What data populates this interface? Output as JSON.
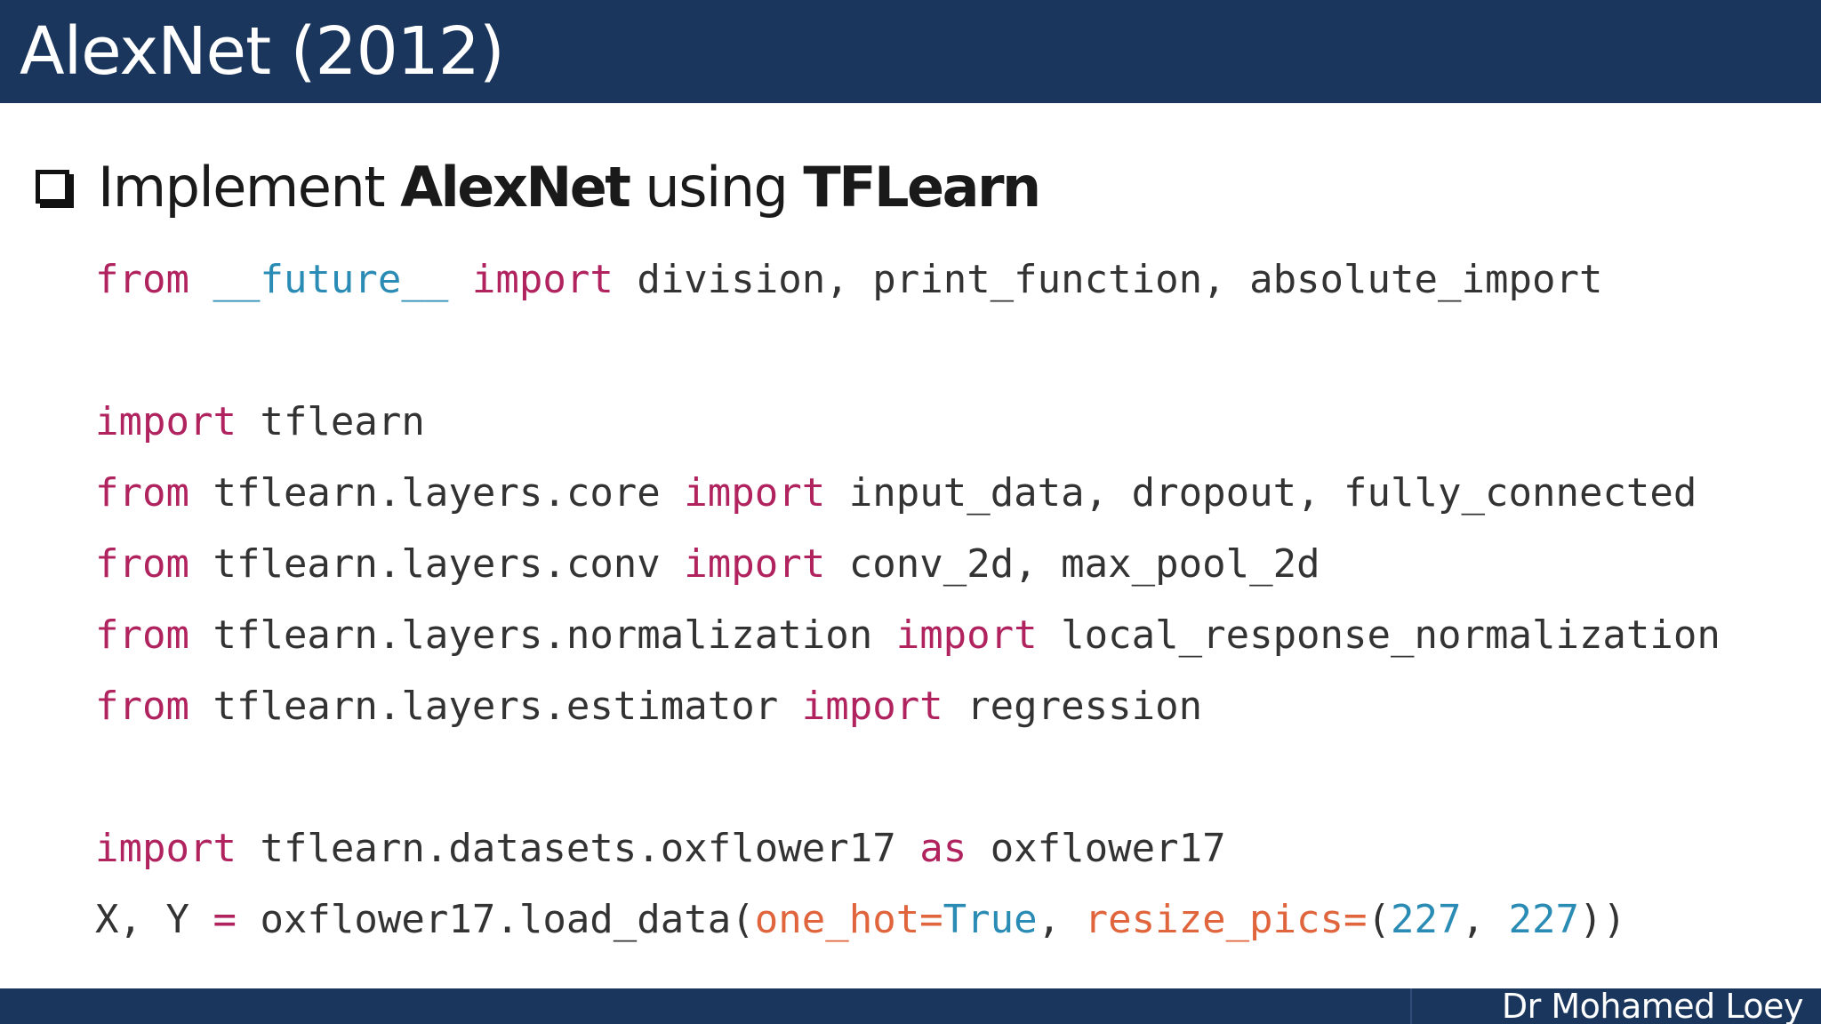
{
  "slide": {
    "title": "AlexNet (2012)",
    "bullet": {
      "prefix": "Implement",
      "bold1": "AlexNet",
      "middle": "using",
      "bold2": "TFLearn"
    },
    "author": "Dr Mohamed Loey"
  },
  "code": {
    "line1": {
      "kw1": "from",
      "builtin": "__future__",
      "kw2": "import",
      "rest": "division, print_function, absolute_import"
    },
    "line2": {
      "kw": "import",
      "rest": "tflearn"
    },
    "line3": {
      "kw1": "from",
      "mod": "tflearn.layers.core",
      "kw2": "import",
      "rest": "input_data, dropout, fully_connected"
    },
    "line4": {
      "kw1": "from",
      "mod": "tflearn.layers.conv",
      "kw2": "import",
      "rest": "conv_2d, max_pool_2d"
    },
    "line5": {
      "kw1": "from",
      "mod": "tflearn.layers.normalization",
      "kw2": "import",
      "rest": "local_response_normalization"
    },
    "line6": {
      "kw1": "from",
      "mod": "tflearn.layers.estimator",
      "kw2": "import",
      "rest": "regression"
    },
    "line7": {
      "kw1": "import",
      "mod": "tflearn.datasets.oxflower17",
      "kw2": "as",
      "rest": "oxflower17"
    },
    "line8": {
      "lhs": "X, Y ",
      "eq": "=",
      "call": " oxflower17.load_data(",
      "arg1": "one_hot=",
      "val1": "True",
      "sep": ", ",
      "arg2": "resize_pics=",
      "open": "(",
      "n1": "227",
      "comma": ", ",
      "n2": "227",
      "close": "))"
    }
  },
  "colors": {
    "header_bg": "#1b365d",
    "keyword": "#b0235f",
    "builtin": "#2a8bb5",
    "argument": "#e0643c",
    "text": "#333333"
  }
}
